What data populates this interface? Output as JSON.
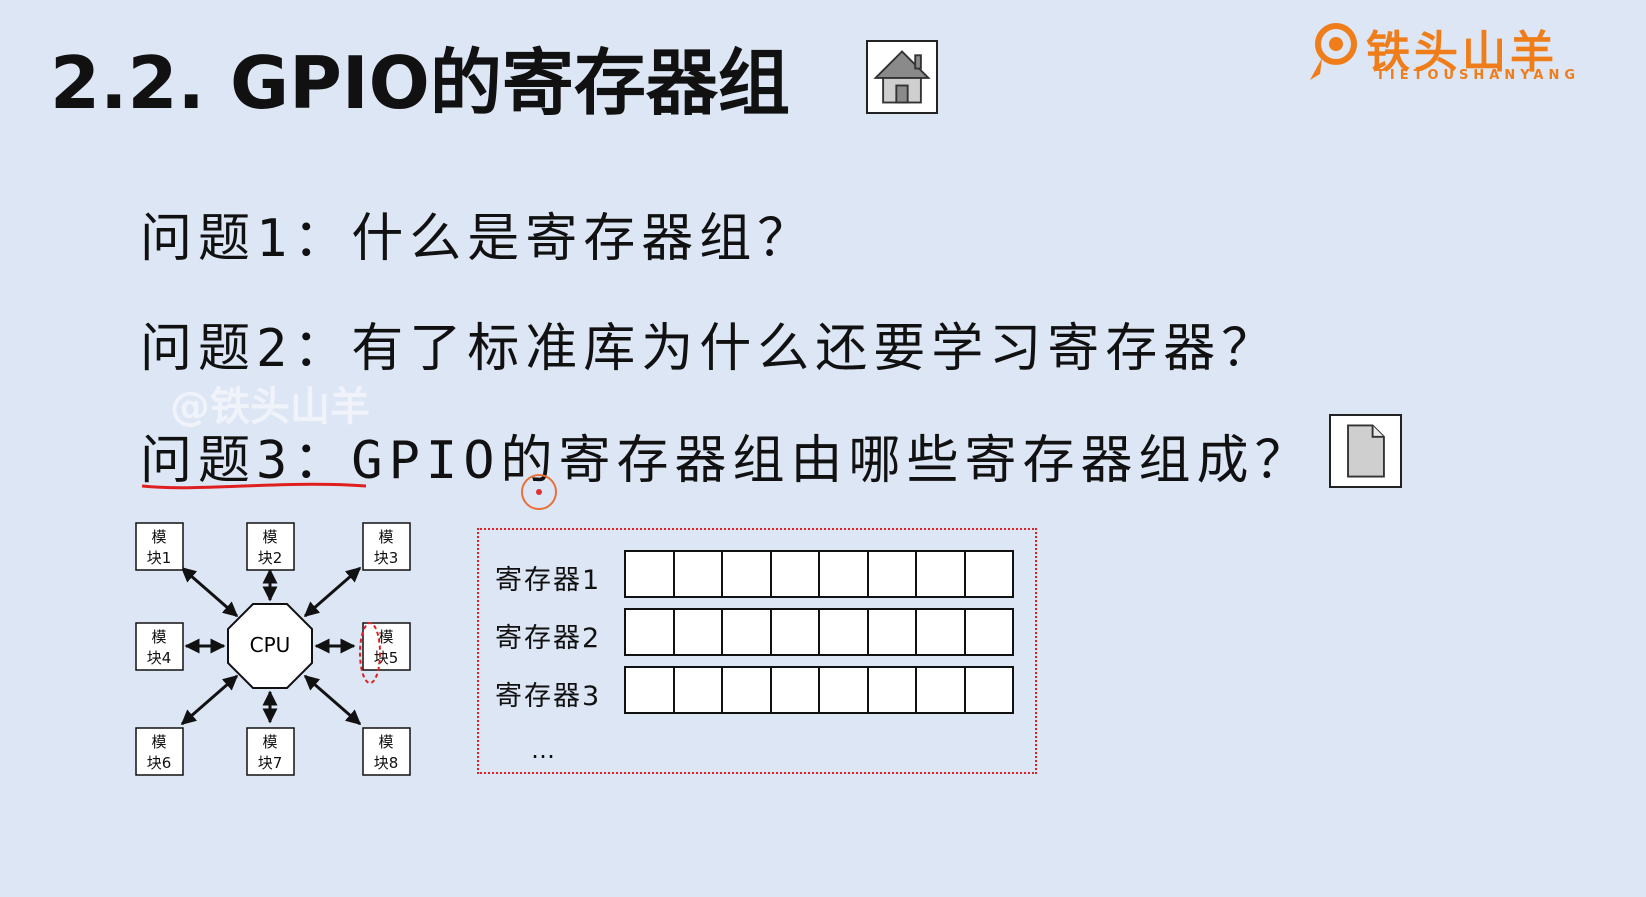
{
  "slide": {
    "title": "2.2. GPIO的寄存器组",
    "home_icon": "home-icon",
    "doc_icon": "document-icon",
    "accent_color": "#ef7d1a"
  },
  "logo": {
    "text": "铁头山羊",
    "sub": "TIETOUSHANYANG"
  },
  "watermark": "@铁头山羊",
  "questions": [
    "问题1：什么是寄存器组？",
    "问题2：有了标准库为什么还要学习寄存器？",
    "问题3：GPIO的寄存器组由哪些寄存器组成？"
  ],
  "diagram": {
    "cpu_label": "CPU",
    "modules": [
      {
        "line1": "模",
        "line2": "块1"
      },
      {
        "line1": "模",
        "line2": "块2"
      },
      {
        "line1": "模",
        "line2": "块3"
      },
      {
        "line1": "模",
        "line2": "块4"
      },
      {
        "line1": "模",
        "line2": "块5"
      },
      {
        "line1": "模",
        "line2": "块6"
      },
      {
        "line1": "模",
        "line2": "块7"
      },
      {
        "line1": "模",
        "line2": "块8"
      }
    ]
  },
  "registers": {
    "rows": [
      "寄存器1",
      "寄存器2",
      "寄存器3"
    ],
    "cells_per_row": 8,
    "more": "…"
  }
}
